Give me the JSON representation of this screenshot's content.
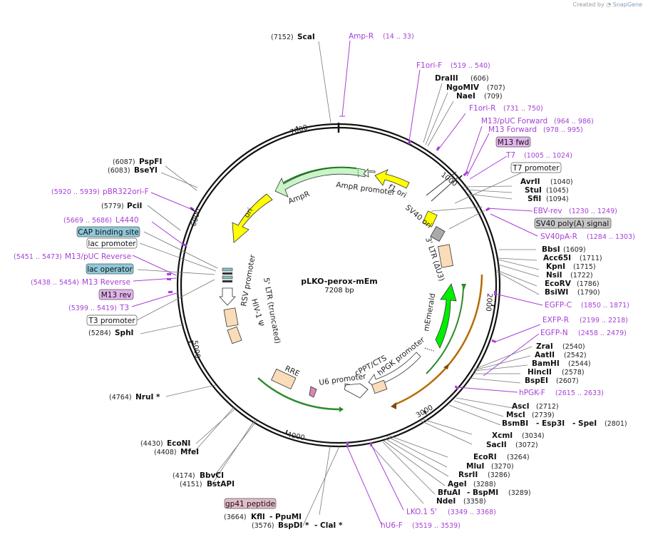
{
  "credit": {
    "prefix": "Created by",
    "brand": "SnapGene"
  },
  "plasmid": {
    "name": "pLKO-perox-mEm",
    "size_label": "7208 bp"
  },
  "ticks": [
    "1000",
    "2000",
    "3000",
    "4000",
    "5000",
    "6000",
    "7000"
  ],
  "enzymes": [
    {
      "name": "ScaI",
      "pos": "(7152)"
    },
    {
      "name": "DraIII",
      "pos": "(606)"
    },
    {
      "name": "NgoMIV",
      "pos": "(707)"
    },
    {
      "name": "NaeI",
      "pos": "(709)"
    },
    {
      "name": "AvrII",
      "pos": "(1040)"
    },
    {
      "name": "StuI",
      "pos": "(1045)"
    },
    {
      "name": "SfiI",
      "pos": "(1094)"
    },
    {
      "name": "BbsI",
      "pos": "(1609)"
    },
    {
      "name": "Acc65I",
      "pos": "(1711)"
    },
    {
      "name": "KpnI",
      "pos": "(1715)"
    },
    {
      "name": "NsiI",
      "pos": "(1722)"
    },
    {
      "name": "EcoRV",
      "pos": "(1786)"
    },
    {
      "name": "BsiWI",
      "pos": "(1790)"
    },
    {
      "name": "ZraI",
      "pos": "(2540)"
    },
    {
      "name": "AatII",
      "pos": "(2542)"
    },
    {
      "name": "BamHI",
      "pos": "(2544)"
    },
    {
      "name": "HincII",
      "pos": "(2578)"
    },
    {
      "name": "BspEI",
      "pos": "(2607)"
    },
    {
      "name": "AscI",
      "pos": "(2712)"
    },
    {
      "name": "MscI",
      "pos": "(2739)"
    },
    {
      "name": "BsmBI",
      "pos": ""
    },
    {
      "name": "- Esp3I",
      "pos": ""
    },
    {
      "name": "- SpeI",
      "pos": "(2801)"
    },
    {
      "name": "XcmI",
      "pos": "(3034)"
    },
    {
      "name": "SacII",
      "pos": "(3072)"
    },
    {
      "name": "EcoRI",
      "pos": "(3264)"
    },
    {
      "name": "MluI",
      "pos": "(3270)"
    },
    {
      "name": "RsrII",
      "pos": "(3286)"
    },
    {
      "name": "AgeI",
      "pos": "(3288)"
    },
    {
      "name": "BfuAI",
      "pos": ""
    },
    {
      "name": "- BspMI",
      "pos": "(3289)"
    },
    {
      "name": "NdeI",
      "pos": "(3358)"
    },
    {
      "name": "KflI",
      "pos": "(3664)"
    },
    {
      "name": "- PpuMI",
      "pos": ""
    },
    {
      "name": "BspDI *",
      "pos": "(3576)"
    },
    {
      "name": "- ClaI *",
      "pos": ""
    },
    {
      "name": "BbvCI",
      "pos": "(4174)"
    },
    {
      "name": "BstAPI",
      "pos": "(4151)"
    },
    {
      "name": "EcoNI",
      "pos": "(4430)"
    },
    {
      "name": "MfeI",
      "pos": "(4408)"
    },
    {
      "name": "NruI *",
      "pos": "(4764)"
    },
    {
      "name": "SphI",
      "pos": "(5284)"
    },
    {
      "name": "PciI",
      "pos": "(5779)"
    },
    {
      "name": "PspFI",
      "pos": "(6087)"
    },
    {
      "name": "BseYI",
      "pos": "(6083)"
    }
  ],
  "primers": [
    {
      "name": "Amp-R",
      "range": "(14 .. 33)"
    },
    {
      "name": "F1ori-F",
      "range": "(519 .. 540)"
    },
    {
      "name": "F1ori-R",
      "range": "(731 .. 750)"
    },
    {
      "name": "M13/pUC Forward",
      "range": "(964 .. 986)"
    },
    {
      "name": "M13 Forward",
      "range": "(978 .. 995)"
    },
    {
      "name": "T7",
      "range": "(1005 .. 1024)"
    },
    {
      "name": "EBV-rev",
      "range": "(1230 .. 1249)"
    },
    {
      "name": "SV40pA-R",
      "range": "(1284 .. 1303)"
    },
    {
      "name": "EGFP-C",
      "range": "(1850 .. 1871)"
    },
    {
      "name": "EXFP-R",
      "range": "(2199 .. 2218)"
    },
    {
      "name": "EGFP-N",
      "range": "(2458 .. 2479)"
    },
    {
      "name": "hPGK-F",
      "range": "(2615 .. 2633)"
    },
    {
      "name": "LKO.1 5'",
      "range": "(3349 .. 3368)"
    },
    {
      "name": "hU6-F",
      "range": "(3519 .. 3539)"
    },
    {
      "name": "pBR322ori-F",
      "range": "(5920 .. 5939)"
    },
    {
      "name": "L4440",
      "range": "(5669 .. 5686)"
    },
    {
      "name": "M13/pUC Reverse",
      "range": "(5451 .. 5473)"
    },
    {
      "name": "M13 Reverse",
      "range": "(5438 .. 5454)"
    },
    {
      "name": "T3",
      "range": "(5399 .. 5419)"
    }
  ],
  "badges": [
    {
      "label": "M13 fwd",
      "color": "#e2b3ec"
    },
    {
      "label": "T7 promoter",
      "color": "#ffffff"
    },
    {
      "label": "SV40 poly(A) signal",
      "color": "#c8c8c8"
    },
    {
      "label": "CAP binding site",
      "color": "#8fc9d9"
    },
    {
      "label": "lac promoter",
      "color": "#ffffff"
    },
    {
      "label": "lac operator",
      "color": "#8fc9d9"
    },
    {
      "label": "M13 rev",
      "color": "#e2b3ec"
    },
    {
      "label": "T3 promoter",
      "color": "#ffffff"
    },
    {
      "label": "gp41 peptide",
      "color": "#e4bcc8"
    }
  ],
  "features": [
    {
      "label": "AmpR",
      "color": "#c8f5c8"
    },
    {
      "label": "AmpR promoter",
      "color": "#ffffff"
    },
    {
      "label": "f1 ori",
      "color": "#ffff00"
    },
    {
      "label": "ori",
      "color": "#ffff00"
    },
    {
      "label": "SV40 ori",
      "color": "#ffff00"
    },
    {
      "label": "3' LTR (ΔU3)",
      "color": "#fbdcb8"
    },
    {
      "label": "mEmerald",
      "color": "#00ee00"
    },
    {
      "label": "hPGK promoter",
      "color": "#ffffff"
    },
    {
      "label": "cPPT/CTS",
      "color": "#fbdcb8"
    },
    {
      "label": "U6 promoter",
      "color": "#ffffff"
    },
    {
      "label": "RRE",
      "color": "#fbdcb8"
    },
    {
      "label": "HIV-1 Ψ",
      "color": "#fbdcb8"
    },
    {
      "label": "5' LTR (truncated)",
      "color": "#fbdcb8"
    },
    {
      "label": "RSV promoter",
      "color": "#ffffff"
    }
  ]
}
